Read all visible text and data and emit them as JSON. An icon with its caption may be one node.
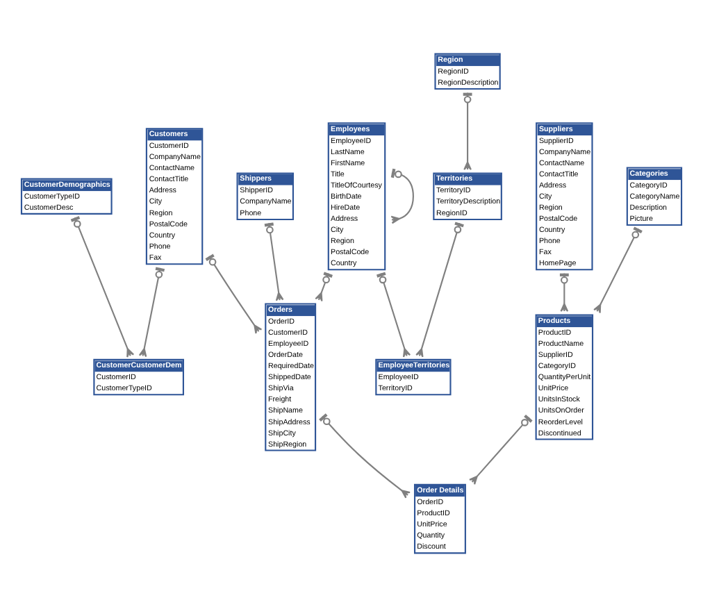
{
  "diagram": {
    "nodes": [
      {
        "text": [
          "Customers",
          "CustomerID",
          "CompanyName",
          "ContactName",
          "ContactTitle",
          "Address",
          "City",
          "Region",
          "PostalCode",
          "Country",
          "Phone",
          "Fax"
        ]
      },
      {
        "text": [
          "CustomerCustomerDem",
          "CustomerID",
          "CustomerTypeID"
        ]
      },
      {
        "text": [
          "CustomerDemographics",
          "CustomerTypeID",
          "CustomerDesc"
        ]
      },
      {
        "text": [
          "Employees",
          "EmployeeID",
          "LastName",
          "FirstName",
          "Title",
          "TitleOfCourtesy",
          "BirthDate",
          "HireDate",
          "Address",
          "City",
          "Region",
          "PostalCode",
          "Country"
        ]
      },
      {
        "text": [
          "Shippers",
          "ShipperID",
          "CompanyName",
          "Phone"
        ]
      },
      {
        "text": [
          "Suppliers",
          "SupplierID",
          "CompanyName",
          "ContactName",
          "ContactTitle",
          "Address",
          "City",
          "Region",
          "PostalCode",
          "Country",
          "Phone",
          "Fax",
          "HomePage"
        ]
      },
      {
        "text": [
          "Orders",
          "OrderID",
          "CustomerID",
          "EmployeeID",
          "OrderDate",
          "RequiredDate",
          "ShippedDate",
          "ShipVia",
          "Freight",
          "ShipName",
          "ShipAddress",
          "ShipCity",
          "ShipRegion"
        ]
      },
      {
        "text": [
          "Categories",
          "CategoryID",
          "CategoryName",
          "Description",
          "Picture"
        ]
      },
      {
        "text": [
          "Products",
          "ProductID",
          "ProductName",
          "SupplierID",
          "CategoryID",
          "QuantityPerUnit",
          "UnitPrice",
          "UnitsInStock",
          "UnitsOnOrder",
          "ReorderLevel",
          "Discontinued"
        ]
      },
      {
        "text": [
          "Region",
          "RegionID",
          "RegionDescription"
        ]
      },
      {
        "text": [
          "Territories",
          "TerritoryID",
          "TerritoryDescription",
          "RegionID"
        ]
      },
      {
        "text": [
          "EmployeeTerritories",
          "EmployeeID",
          "TerritoryID"
        ]
      },
      {
        "text": [
          "Order Details",
          "OrderID",
          "ProductID",
          "UnitPrice",
          "Quantity",
          "Discount"
        ]
      }
    ],
    "edges": [
      {
        "from": 0,
        "to": 1,
        "arrow": "other"
      },
      {
        "from": 2,
        "to": 1,
        "arrow": "other"
      },
      {
        "from": 3,
        "to": 3,
        "arrow": "other"
      },
      {
        "from": 3,
        "to": 6,
        "arrow": "other"
      },
      {
        "from": 0,
        "to": 6,
        "arrow": "other"
      },
      {
        "from": 4,
        "to": 6,
        "arrow": "other"
      },
      {
        "from": 7,
        "to": 8,
        "arrow": "other"
      },
      {
        "from": 5,
        "to": 8,
        "arrow": "other"
      },
      {
        "from": 6,
        "to": 12,
        "arrow": "other"
      },
      {
        "from": 8,
        "to": 12,
        "arrow": "other"
      },
      {
        "from": 3,
        "to": 11,
        "arrow": "other"
      },
      {
        "from": 9,
        "to": 10,
        "arrow": "other"
      },
      {
        "from": 10,
        "to": 11,
        "arrow": "other"
      }
    ]
  }
}
